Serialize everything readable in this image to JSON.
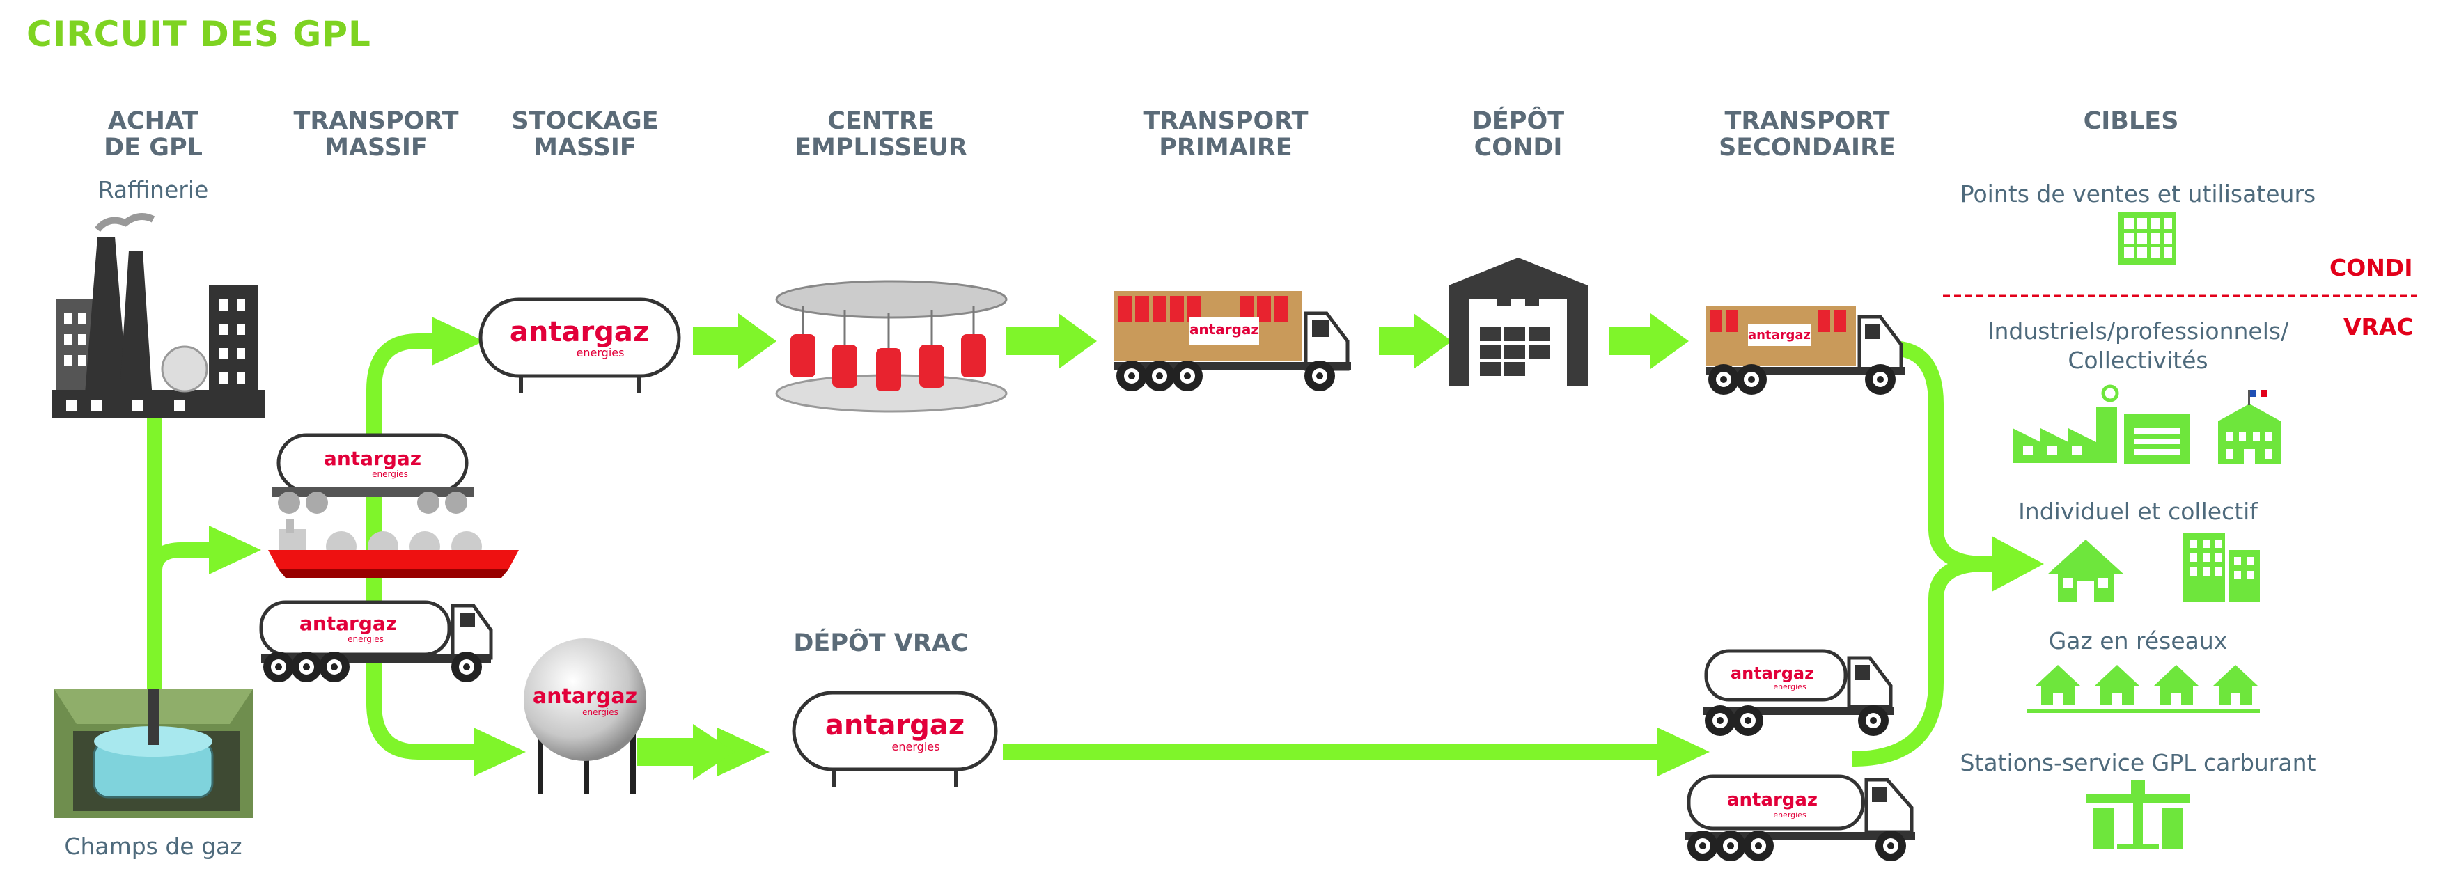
{
  "title": "CIRCUIT DES GPL",
  "stages": [
    {
      "line1": "ACHAT",
      "line2": "DE GPL"
    },
    {
      "line1": "TRANSPORT",
      "line2": "MASSIF"
    },
    {
      "line1": "STOCKAGE",
      "line2": "MASSIF"
    },
    {
      "line1": "CENTRE",
      "line2": "EMPLISSEUR"
    },
    {
      "line1": "TRANSPORT",
      "line2": "PRIMAIRE"
    },
    {
      "line1": "DÉPÔT",
      "line2": "CONDI"
    },
    {
      "line1": "TRANSPORT",
      "line2": "SECONDAIRE"
    },
    {
      "line1": "CIBLES",
      "line2": ""
    }
  ],
  "sources": {
    "refinery": "Raffinerie",
    "gas_field": "Champs de gaz"
  },
  "depot_vrac": "DÉPÔT VRAC",
  "brand": {
    "name": "antargaz",
    "sub": "energies"
  },
  "targets": {
    "points_de_vente": "Points de ventes et utilisateurs",
    "industriels_line1": "Industriels/professionnels/",
    "industriels_line2": "Collectivités",
    "individuel": "Individuel et collectif",
    "gaz_reseaux": "Gaz en réseaux",
    "stations": "Stations-service GPL carburant"
  },
  "tags": {
    "condi": "CONDI",
    "vrac": "VRAC"
  },
  "colors": {
    "flow": "#7ff52a",
    "title": "#7ed321",
    "header": "#5b6b78",
    "label": "#4e6a7c",
    "brand": "#e2003a",
    "tag": "#e2001a",
    "target_icon": "#6ee63c",
    "dark": "#333333"
  }
}
